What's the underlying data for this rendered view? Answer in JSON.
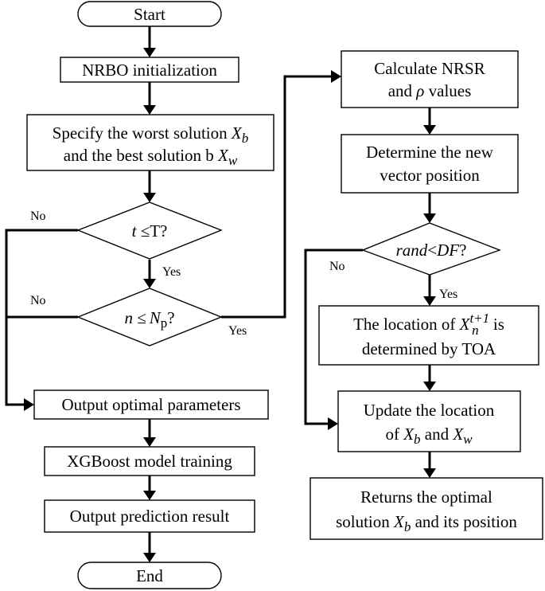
{
  "nodes": {
    "start": "Start",
    "init": "NRBO initialization",
    "specify": {
      "line1": "Specify the worst solution ",
      "sym1": "X",
      "sub1": "b",
      "line2": "and the best solution b ",
      "sym2": "X",
      "sub2": "w"
    },
    "cond_t": {
      "var": "t",
      "op": " ≤",
      "rhs": "T?"
    },
    "cond_n": {
      "var": "n",
      "op": " ≤",
      "sym": "N",
      "sub": "p",
      "tail": "?"
    },
    "output_params": "Output optimal parameters",
    "training": "XGBoost model training",
    "prediction": "Output prediction result",
    "end": "End",
    "calc": {
      "line1": "Calculate NRSR",
      "line2a": "and ",
      "rho": "ρ",
      "line2b": " values"
    },
    "determine": {
      "line1": "Determine the new",
      "line2": "vector position"
    },
    "cond_rand": {
      "rand": "rand",
      "lt": "<",
      "df": "DF",
      "q": "?"
    },
    "location": {
      "line1a": "The location of ",
      "sym": "X",
      "sub": "n",
      "sup": "t+1",
      "line1b": " is",
      "line2": "determined by TOA"
    },
    "update": {
      "line1": "Update the location",
      "line2a": "of ",
      "sym1": "X",
      "sub1": "b",
      "and": " and ",
      "sym2": "X",
      "sub2": "w"
    },
    "returns": {
      "line1": "Returns the optimal",
      "line2a": "solution ",
      "sym": "X",
      "sub": "b",
      "line2b": " and its position"
    }
  },
  "edge_labels": {
    "no_t": "No",
    "yes_t": "Yes",
    "no_n": "No",
    "yes_n": "Yes",
    "no_rand": "No",
    "yes_rand": "Yes"
  }
}
